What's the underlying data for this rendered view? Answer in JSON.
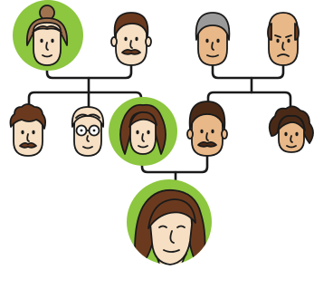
{
  "diagram": {
    "type": "family-tree",
    "colors": {
      "highlight": "#8dc63f",
      "skin": "#f6dfc3",
      "skin_tan": "#e9b888",
      "outline": "#1a1a1a",
      "brown_hair": "#6b3a1e",
      "dark_hair": "#4a2a17",
      "grey_hair": "#9a9a9a",
      "connector": "#1a1a1a"
    },
    "generations": [
      {
        "level": "grandparents",
        "members": [
          {
            "id": "grandmother-paternal",
            "icon": "woman-hair-bun-icon",
            "highlighted": true
          },
          {
            "id": "grandfather-paternal",
            "icon": "man-mustache-icon",
            "highlighted": false
          },
          {
            "id": "grandmother-maternal",
            "icon": "woman-grey-hair-icon",
            "highlighted": false
          },
          {
            "id": "grandfather-maternal",
            "icon": "man-bald-icon",
            "highlighted": false
          }
        ]
      },
      {
        "level": "parents",
        "members": [
          {
            "id": "uncle-curly",
            "icon": "man-curly-hair-icon",
            "highlighted": false
          },
          {
            "id": "uncle-glasses",
            "icon": "man-glasses-icon",
            "highlighted": false
          },
          {
            "id": "mother",
            "icon": "woman-long-hair-icon",
            "highlighted": true
          },
          {
            "id": "father",
            "icon": "man-mustache-icon",
            "highlighted": false
          },
          {
            "id": "aunt",
            "icon": "woman-curly-hair-icon",
            "highlighted": false
          }
        ]
      },
      {
        "level": "child",
        "members": [
          {
            "id": "daughter",
            "icon": "woman-long-hair-icon",
            "highlighted": true
          }
        ]
      }
    ]
  }
}
